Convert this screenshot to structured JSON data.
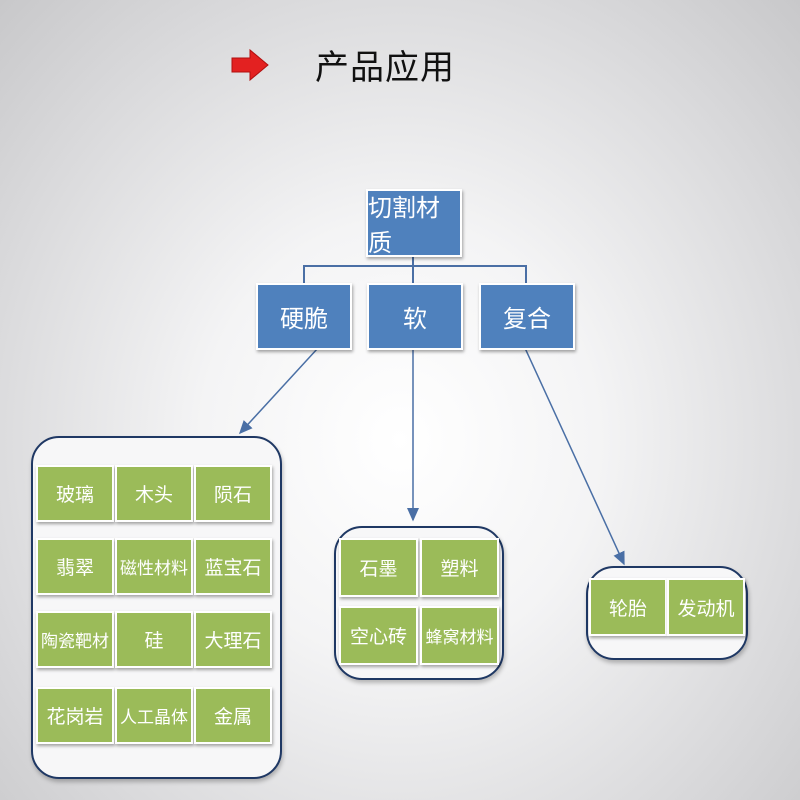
{
  "title": "产品应用",
  "colors": {
    "node": "#4f81bd",
    "leaf": "#9bbb59",
    "arrow": "#e32121",
    "border": "#1f3864"
  },
  "root": {
    "label": "切割材质"
  },
  "categories": [
    {
      "label": "硬脆",
      "items": [
        "玻璃",
        "木头",
        "陨石",
        "翡翠",
        "磁性材料",
        "蓝宝石",
        "陶瓷靶材",
        "硅",
        "大理石",
        "花岗岩",
        "人工晶体",
        "金属"
      ]
    },
    {
      "label": "软",
      "items": [
        "石墨",
        "塑料",
        "空心砖",
        "蜂窝材料"
      ]
    },
    {
      "label": "复合",
      "items": [
        "轮胎",
        "发动机"
      ]
    }
  ]
}
